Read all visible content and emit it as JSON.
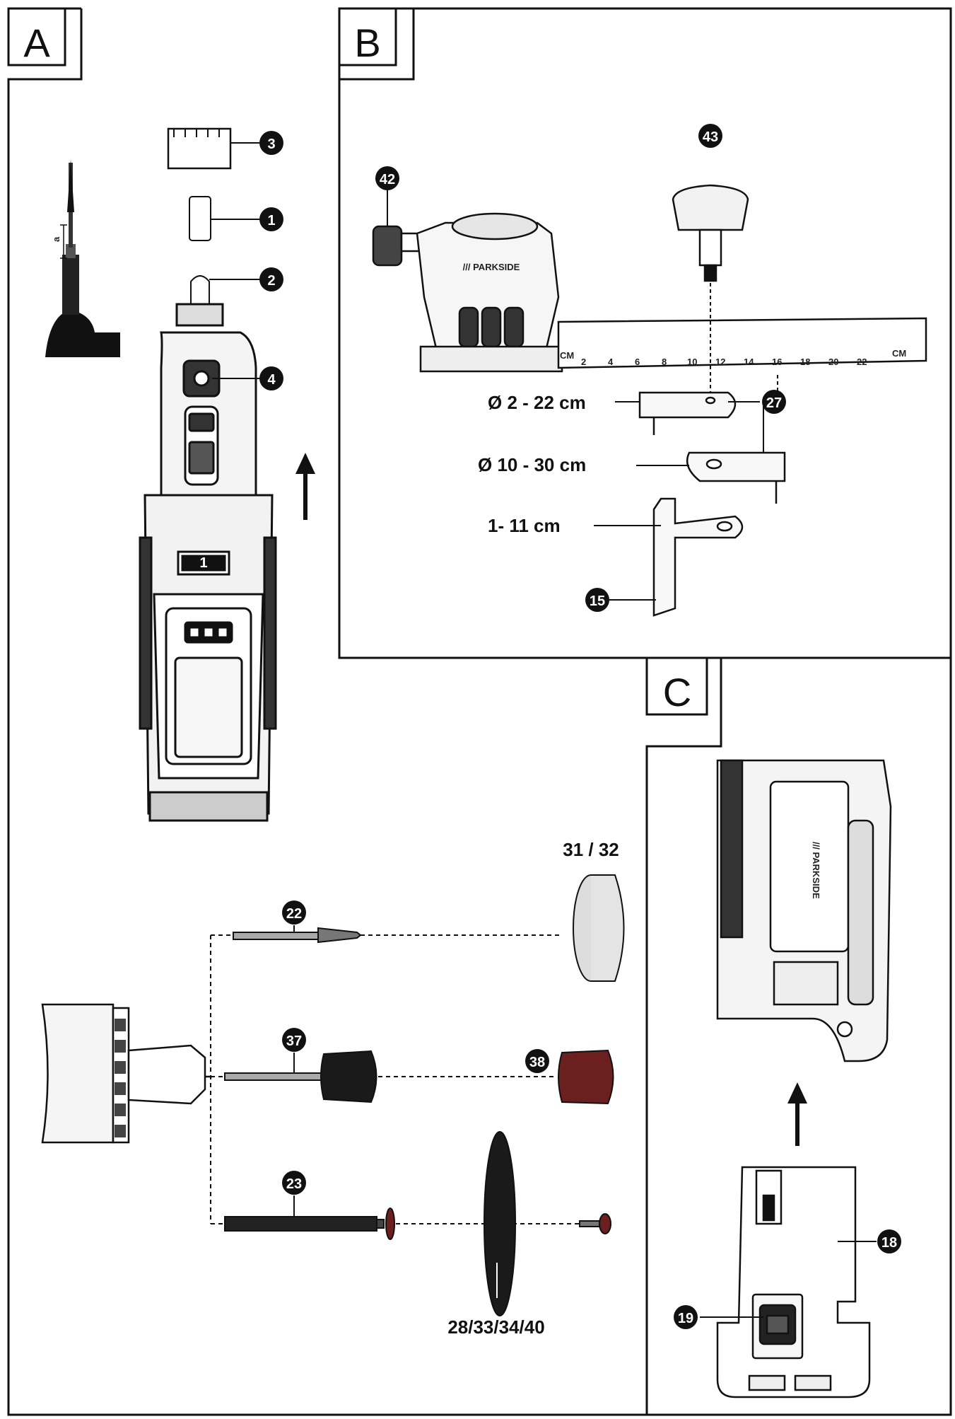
{
  "sections": {
    "a": "A",
    "b": "B",
    "c": "C"
  },
  "parts": {
    "p1": "1",
    "p2": "2",
    "p3": "3",
    "p4": "4",
    "p15": "15",
    "p18": "18",
    "p19": "19",
    "p22": "22",
    "p23": "23",
    "p27": "27",
    "p37": "37",
    "p38": "38",
    "p42": "42",
    "p43": "43",
    "p31_32": "31 / 32",
    "p28_40": "28/33/34/40"
  },
  "dimensions": {
    "range_2_22": "Ø 2 - 22 cm",
    "range_10_30": "Ø 10 - 30 cm",
    "range_1_11": "1- 11 cm",
    "bit_depth": "a"
  },
  "ruler": {
    "unit": "CM",
    "ticks": [
      "2",
      "4",
      "6",
      "8",
      "10",
      "12",
      "14",
      "16",
      "18",
      "20",
      "22",
      "CM"
    ]
  },
  "branding": {
    "logo": "/// PARKSIDE",
    "battery_logo": "/// PARKSIDE",
    "switch_digit": "1"
  },
  "colors": {
    "line": "#111111",
    "accent_grey": "#d0d0d0",
    "dark": "#1a1a1a",
    "red_brown": "#6b1f1f"
  }
}
